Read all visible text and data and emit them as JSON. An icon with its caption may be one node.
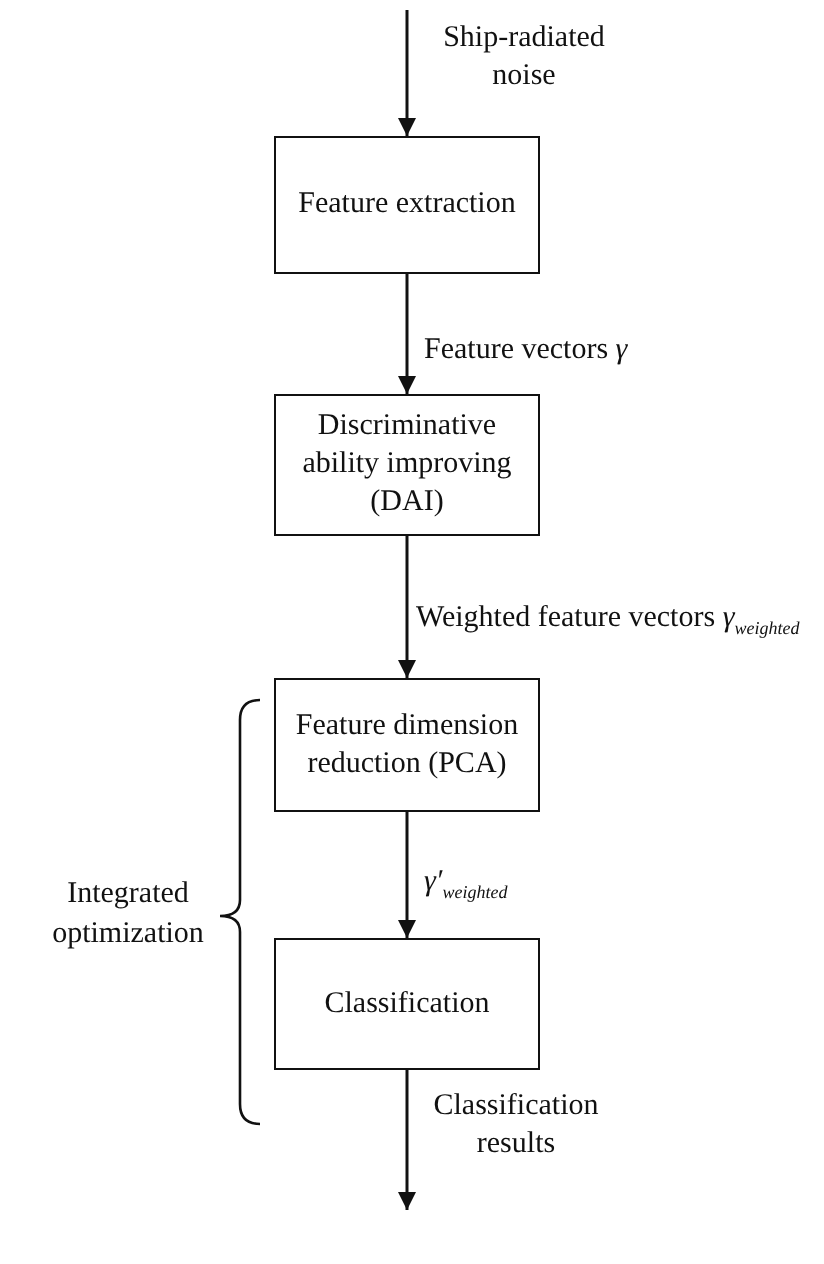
{
  "diagram": {
    "nodes": [
      {
        "text": [
          "Feature extraction"
        ]
      },
      {
        "text": [
          "Discriminative ability improving (DAI)"
        ]
      },
      {
        "text": [
          "Feature dimension reduction (PCA)"
        ]
      },
      {
        "text": [
          "Classification"
        ]
      }
    ],
    "edges": [
      {
        "from": null,
        "to": 0,
        "arrow": "to",
        "label": "Ship-radiated noise"
      },
      {
        "from": 0,
        "to": 1,
        "arrow": "to",
        "label": "Feature vectors *γ*"
      },
      {
        "from": 1,
        "to": 2,
        "arrow": "to",
        "label": "Weighted feature vectors *γ*$_{weighted}$"
      },
      {
        "from": 2,
        "to": 3,
        "arrow": "to",
        "label": "*γ′*$_{weighted}$"
      },
      {
        "from": 3,
        "to": null,
        "arrow": "to",
        "label": "Classification results"
      }
    ],
    "labels": [
      "Integrated optimization"
    ]
  }
}
